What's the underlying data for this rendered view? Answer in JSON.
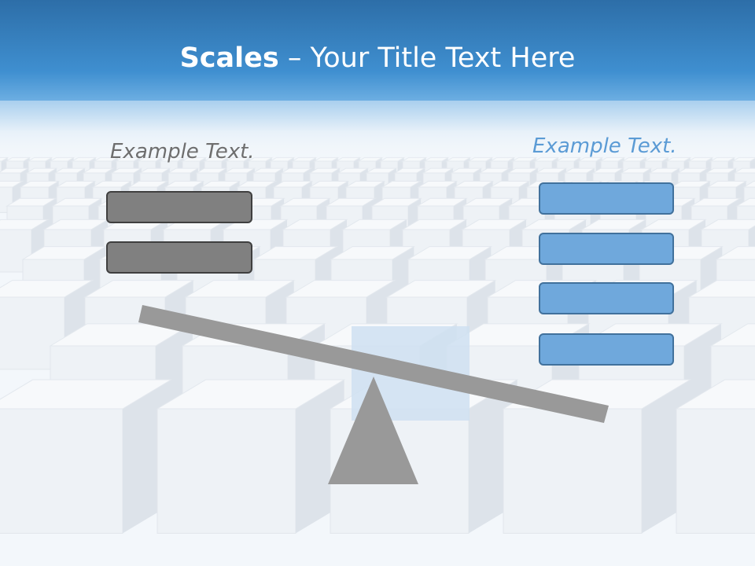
{
  "title": {
    "bold": "Scales",
    "rest": " – Your Title Text Here"
  },
  "left_label": "Example Text.",
  "right_label": "Example Text.",
  "colors": {
    "header_blue": "#3b86c6",
    "gray_box": "#808080",
    "gray_border": "#3f3f3f",
    "blue_box": "#6fa8dc",
    "blue_border": "#41719c",
    "beam": "#999999",
    "label_gray": "#6e6e6e",
    "label_blue": "#5b9bd5"
  }
}
